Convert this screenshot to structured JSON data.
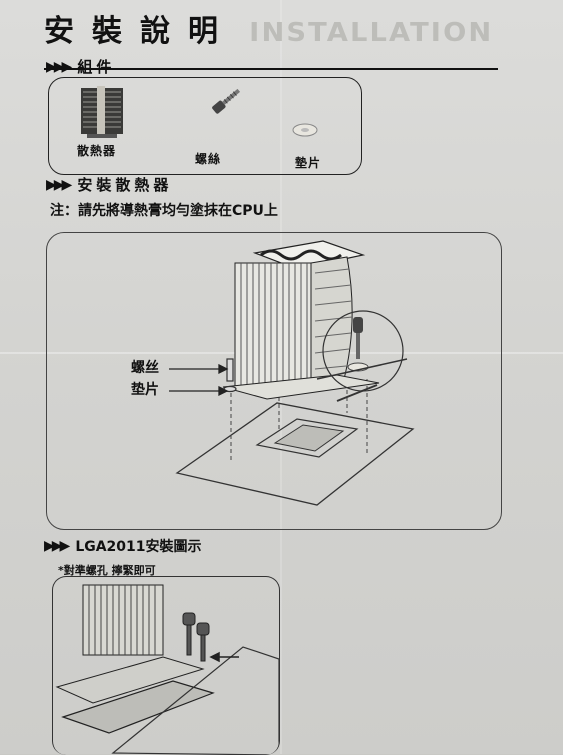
{
  "header": {
    "title": "安裝說明",
    "ghost_text": "INSTALLATION"
  },
  "sections": {
    "components": {
      "arrows": "▶▶▶",
      "label": "組件"
    },
    "install_heatsink": {
      "arrows": "▶▶▶",
      "label": "安裝散熱器"
    },
    "lga": {
      "arrows": "▶▶▶",
      "label": "LGA2011安裝圖示"
    }
  },
  "components": [
    {
      "label": "散熱器",
      "icon": "heatsink-icon"
    },
    {
      "label": "螺絲",
      "icon": "screw-icon"
    },
    {
      "label": "墊片",
      "icon": "washer-icon"
    }
  ],
  "note": "注：請先將導熱膏均勻塗抹在CPU上",
  "diagram_callouts": {
    "screw": "螺丝",
    "washer": "垫片"
  },
  "lga_note": "*對準螺孔 擰緊即可"
}
